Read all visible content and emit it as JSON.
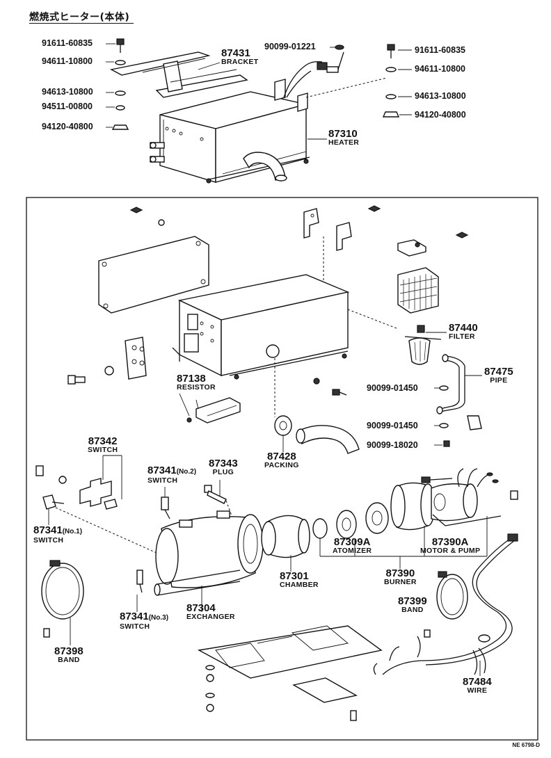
{
  "title": "燃焼式ヒーター(本体)",
  "reference": "NE 6798-D",
  "callouts": {
    "c91611_left": {
      "number": "91611-60835"
    },
    "c94611_left": {
      "number": "94611-10800"
    },
    "c94613_left": {
      "number": "94613-10800"
    },
    "c94511_left": {
      "number": "94511-00800"
    },
    "c94120_left": {
      "number": "94120-40800"
    },
    "c87431": {
      "number": "87431",
      "name": "BRACKET"
    },
    "c90099_01221": {
      "number": "90099-01221"
    },
    "c91611_right": {
      "number": "91611-60835"
    },
    "c94611_right": {
      "number": "94611-10800"
    },
    "c94613_right": {
      "number": "94613-10800"
    },
    "c94120_right": {
      "number": "94120-40800"
    },
    "c87310": {
      "number": "87310",
      "name": "HEATER"
    },
    "c87440": {
      "number": "87440",
      "name": "FILTER"
    },
    "c87475": {
      "number": "87475",
      "name": "PIPE"
    },
    "c90099_01450a": {
      "number": "90099-01450"
    },
    "c90099_01450b": {
      "number": "90099-01450"
    },
    "c90099_18020": {
      "number": "90099-18020"
    },
    "c87138": {
      "number": "87138",
      "name": "RESISTOR"
    },
    "c87428": {
      "number": "87428",
      "name": "PACKING"
    },
    "c87342": {
      "number": "87342",
      "name": "SWITCH"
    },
    "c87341_no2": {
      "number": "87341",
      "suffix": "(No.2)",
      "name": "SWITCH"
    },
    "c87343": {
      "number": "87343",
      "name": "PLUG"
    },
    "c87341_no1": {
      "number": "87341",
      "suffix": "(No.1)",
      "name": "SWITCH"
    },
    "c87309a": {
      "number": "87309A",
      "name": "ATOMIZER"
    },
    "c87390a": {
      "number": "87390A",
      "name": "MOTOR & PUMP"
    },
    "c87390": {
      "number": "87390",
      "name": "BURNER"
    },
    "c87301": {
      "number": "87301",
      "name": "CHAMBER"
    },
    "c87399": {
      "number": "87399",
      "name": "BAND"
    },
    "c87341_no3": {
      "number": "87341",
      "suffix": "(No.3)",
      "name": "SWITCH"
    },
    "c87304": {
      "number": "87304",
      "name": "EXCHANGER"
    },
    "c87398": {
      "number": "87398",
      "name": "BAND"
    },
    "c87484": {
      "number": "87484",
      "name": "WIRE"
    }
  }
}
